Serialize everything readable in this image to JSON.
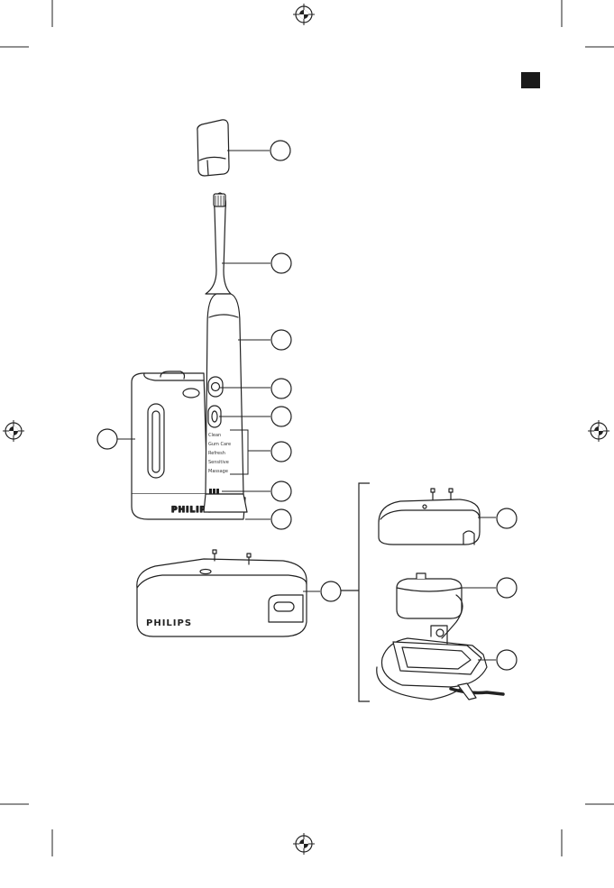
{
  "brand": {
    "logo_text": "PHILIPS"
  },
  "handle": {
    "mode_labels": [
      "Clean",
      "Gum Care",
      "Refresh",
      "Sensitive",
      "Massage"
    ]
  },
  "colors": {
    "line": "#222222",
    "language_tab": "#1a1a1a",
    "background": "#ffffff"
  },
  "page_marks": {
    "registration_icon": "crosshair-target-icon",
    "language_tab_icon": "black-square-icon"
  },
  "callouts": [
    {
      "id": "cap-callout"
    },
    {
      "id": "brush-head-callout"
    },
    {
      "id": "handle-callout"
    },
    {
      "id": "power-button-callout"
    },
    {
      "id": "mode-button-callout"
    },
    {
      "id": "mode-indicators-callout"
    },
    {
      "id": "battery-indicator-callout"
    },
    {
      "id": "charger-base-callout"
    },
    {
      "id": "sanitizer-callout"
    },
    {
      "id": "travel-charger-callout"
    },
    {
      "id": "charger-cover-callout"
    },
    {
      "id": "charger-unit-callout"
    },
    {
      "id": "cord-winder-callout"
    }
  ]
}
